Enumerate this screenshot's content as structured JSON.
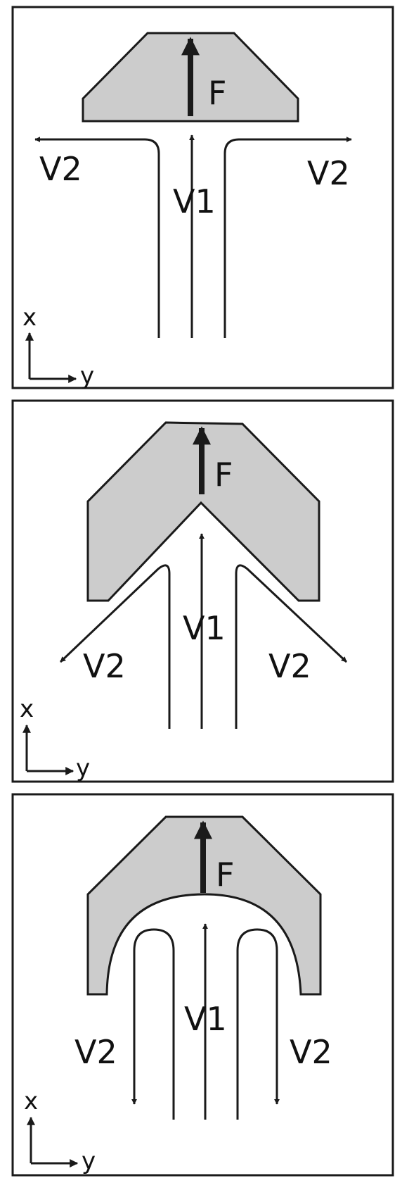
{
  "colors": {
    "shape_fill": "#cccccc",
    "stroke": "#1a1a1a",
    "frame": "#1a1a1a",
    "background": "#ffffff"
  },
  "panels": [
    {
      "name": "flat-plate",
      "labels": {
        "force": "F",
        "inflow": "V1",
        "outflow_left": "V2",
        "outflow_right": "V2",
        "axis_x": "x",
        "axis_y": "y"
      }
    },
    {
      "name": "wedge-deflector",
      "labels": {
        "force": "F",
        "inflow": "V1",
        "outflow_left": "V2",
        "outflow_right": "V2",
        "axis_x": "x",
        "axis_y": "y"
      }
    },
    {
      "name": "cup-deflector",
      "labels": {
        "force": "F",
        "inflow": "V1",
        "outflow_left": "V2",
        "outflow_right": "V2",
        "axis_x": "x",
        "axis_y": "y"
      }
    }
  ]
}
